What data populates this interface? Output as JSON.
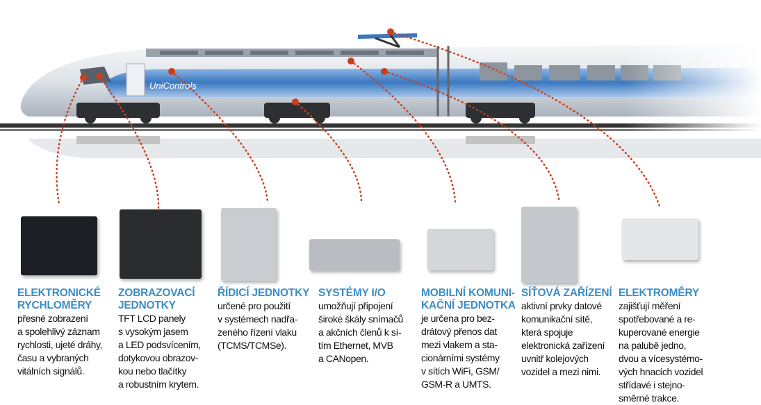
{
  "brand": {
    "logo_text": "UniControls"
  },
  "colors": {
    "accent": "#3c8dc5",
    "dot": "#c8401e",
    "train_blue": "#3a78c0"
  },
  "products": [
    {
      "title": [
        "ELEKTRONICKÉ",
        "RYCHLOMĚRY"
      ],
      "body": [
        "přesné zobrazení",
        "a spolehlivý záznam",
        "rychlosti, ujeté dráhy,",
        "času a vybraných",
        "vitálních signálů."
      ]
    },
    {
      "title": [
        "ZOBRAZOVACÍ",
        "JEDNOTKY"
      ],
      "body": [
        "TFT LCD panely",
        "s vysokým jasem",
        "a LED podsvícením,",
        "dotykovou obrazov-",
        "kou nebo tlačítky",
        "a robustním krytem."
      ]
    },
    {
      "title": [
        "ŘÍDICÍ JEDNOTKY"
      ],
      "body": [
        "určené pro použití",
        "v systémech nadřa-",
        "zeného řízení vlaku",
        "(TCMS/TCMSe)."
      ]
    },
    {
      "title": [
        "SYSTÉMY I/O"
      ],
      "body": [
        "umožňují připojení",
        "široké škály snímačů",
        "a akčních členů k sí-",
        "tím Ethernet, MVB",
        "a CANopen."
      ]
    },
    {
      "title": [
        "MOBILNÍ KOMUNI-",
        "KAČNÍ JEDNOTKA"
      ],
      "body": [
        "je určena pro bez-",
        "drátový přenos dat",
        "mezi vlakem a sta-",
        "cionárními systémy",
        "v sítích WiFi, GSM/",
        "GSM-R a UMTS."
      ]
    },
    {
      "title": [
        "SÍŤOVÁ ZAŘÍZENÍ"
      ],
      "body": [
        "aktivní prvky datové",
        "komunikační sítě,",
        "která spojuje",
        "elektronická zařízení",
        "uvnitř kolejových",
        "vozidel a mezi nimi."
      ]
    },
    {
      "title": [
        "ELEKTROMĚRY"
      ],
      "body": [
        "zajišťují měření",
        "spotřebované a re-",
        "kuperované energie",
        "na palubě jedno,",
        "dvou a vícesystémo-",
        "vých hnacích vozidel",
        "střídavé i stejno-",
        "směrné trakce."
      ]
    }
  ]
}
